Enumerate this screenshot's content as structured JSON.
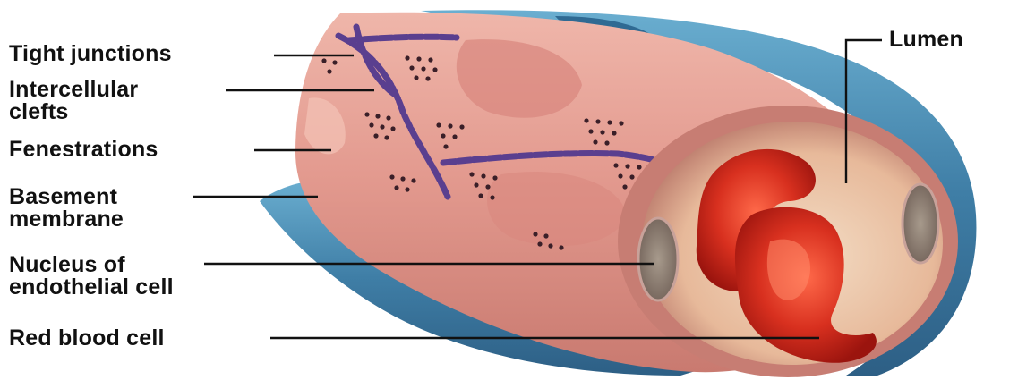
{
  "diagram": {
    "labels": {
      "tight_junctions": "Tight junctions",
      "intercellular_clefts": "Intercellular\nclefts",
      "fenestrations": "Fenestrations",
      "basement_membrane": "Basement\nmembrane",
      "nucleus": "Nucleus of\nendothelial cell",
      "red_blood_cell": "Red blood cell",
      "lumen": "Lumen"
    },
    "colors": {
      "endothelium": "#e3988f",
      "endothelium_light": "#efb8ad",
      "basement_membrane": "#3f7ea6",
      "basement_membrane_light": "#5b9fc4",
      "junction": "#5a3f8f",
      "red_blood_cell": "#c8281c",
      "leader_line": "#111111"
    }
  }
}
